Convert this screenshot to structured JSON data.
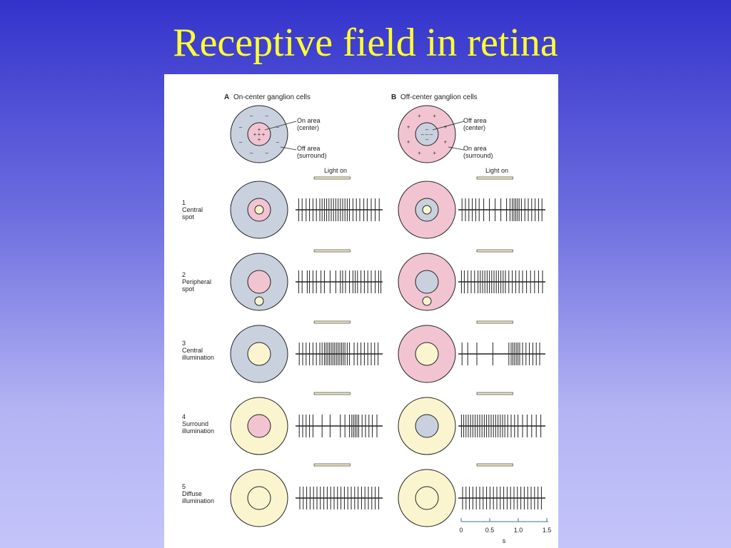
{
  "slide": {
    "title": "Receptive field in retina"
  },
  "colors": {
    "on_area": "#f2c4d2",
    "off_area": "#c9d1df",
    "light": "#fbf5cf",
    "stroke": "#222222"
  },
  "panels": {
    "A": {
      "letter": "A",
      "title": "On-center ganglion cells",
      "center_label": [
        "On area",
        "(center)"
      ],
      "surround_label": [
        "Off area",
        "(surround)"
      ],
      "center_sign": "+",
      "surround_sign": "–"
    },
    "B": {
      "letter": "B",
      "title": "Off-center ganglion cells",
      "center_label": [
        "Off area",
        "(center)"
      ],
      "surround_label": [
        "On area",
        "(surround)"
      ],
      "center_sign": "–",
      "surround_sign": "+"
    }
  },
  "light_on_label": "Light on",
  "conditions": [
    {
      "number": "1",
      "label": [
        "Central",
        "spot"
      ],
      "A": {
        "outer": "off",
        "inner": "on",
        "spot": "center"
      },
      "B": {
        "outer": "on",
        "inner": "off",
        "spot": "center"
      }
    },
    {
      "number": "2",
      "label": [
        "Peripheral",
        "spot"
      ],
      "A": {
        "outer": "off",
        "inner": "on",
        "spot": "periphery"
      },
      "B": {
        "outer": "on",
        "inner": "off",
        "spot": "periphery"
      }
    },
    {
      "number": "3",
      "label": [
        "Central",
        "illumination"
      ],
      "A": {
        "outer": "off",
        "inner": "light",
        "spot": "none"
      },
      "B": {
        "outer": "on",
        "inner": "light",
        "spot": "none"
      }
    },
    {
      "number": "4",
      "label": [
        "Surround",
        "illumination"
      ],
      "A": {
        "outer": "light",
        "inner": "on",
        "spot": "none"
      },
      "B": {
        "outer": "light",
        "inner": "off",
        "spot": "none"
      }
    },
    {
      "number": "5",
      "label": [
        "Diffuse",
        "illumination"
      ],
      "A": {
        "outer": "light",
        "inner": "light",
        "spot": "none"
      },
      "B": {
        "outer": "light",
        "inner": "light",
        "spot": "none"
      }
    }
  ],
  "spike_trains_s": {
    "A": [
      [
        0.03,
        0.09,
        0.16,
        0.22,
        0.28,
        0.34,
        0.4,
        0.44,
        0.48,
        0.52,
        0.56,
        0.6,
        0.64,
        0.68,
        0.72,
        0.76,
        0.8,
        0.84,
        0.88,
        0.92,
        0.98,
        1.04,
        1.1,
        1.17,
        1.23,
        1.3,
        1.37,
        1.44
      ],
      [
        0.03,
        0.09,
        0.18,
        0.22,
        0.28,
        0.34,
        0.42,
        0.48,
        0.58,
        0.68,
        0.76,
        0.8,
        0.85,
        0.92,
        0.98,
        1.02,
        1.06,
        1.12,
        1.18,
        1.24,
        1.3,
        1.37,
        1.43,
        1.47
      ],
      [
        0.04,
        0.1,
        0.16,
        0.22,
        0.28,
        0.34,
        0.4,
        0.44,
        0.48,
        0.51,
        0.54,
        0.57,
        0.6,
        0.63,
        0.66,
        0.69,
        0.72,
        0.75,
        0.78,
        0.81,
        0.84,
        0.88,
        0.92,
        1.0,
        1.06,
        1.12,
        1.18,
        1.24,
        1.3,
        1.36,
        1.42
      ],
      [
        0.04,
        0.1,
        0.16,
        0.22,
        0.28,
        0.44,
        0.58,
        0.76,
        0.84,
        0.92,
        0.96,
        0.99,
        1.02,
        1.05,
        1.08,
        1.14,
        1.2,
        1.26,
        1.32,
        1.4
      ],
      [
        0.05,
        0.11,
        0.17,
        0.23,
        0.29,
        0.35,
        0.41,
        0.47,
        0.53,
        0.59,
        0.65,
        0.71,
        0.77,
        0.83,
        0.89,
        0.95,
        1.01,
        1.07,
        1.13,
        1.19,
        1.25,
        1.31,
        1.37,
        1.43
      ]
    ],
    "B": [
      [
        0.04,
        0.1,
        0.16,
        0.22,
        0.28,
        0.34,
        0.42,
        0.52,
        0.62,
        0.72,
        0.82,
        0.88,
        0.92,
        0.95,
        0.98,
        1.01,
        1.04,
        1.08,
        1.14,
        1.2,
        1.26,
        1.32,
        1.38,
        1.44
      ],
      [
        0.03,
        0.08,
        0.14,
        0.2,
        0.26,
        0.32,
        0.36,
        0.4,
        0.44,
        0.48,
        0.52,
        0.56,
        0.6,
        0.64,
        0.68,
        0.72,
        0.76,
        0.8,
        0.86,
        0.92,
        0.98,
        1.04,
        1.1,
        1.17,
        1.24,
        1.31,
        1.38,
        1.45
      ],
      [
        0.04,
        0.14,
        0.3,
        0.58,
        0.86,
        0.9,
        0.93,
        0.96,
        0.99,
        1.02,
        1.05,
        1.1,
        1.16,
        1.22,
        1.28,
        1.34,
        1.4
      ],
      [
        0.03,
        0.07,
        0.11,
        0.15,
        0.19,
        0.23,
        0.27,
        0.31,
        0.35,
        0.39,
        0.43,
        0.47,
        0.51,
        0.55,
        0.59,
        0.63,
        0.67,
        0.71,
        0.75,
        0.79,
        0.84,
        0.9,
        0.96,
        1.02,
        1.1,
        1.18,
        1.26,
        1.34,
        1.42
      ],
      [
        0.05,
        0.11,
        0.17,
        0.23,
        0.29,
        0.35,
        0.41,
        0.47,
        0.53,
        0.59,
        0.65,
        0.71,
        0.77,
        0.83,
        0.89,
        0.95,
        1.01,
        1.07,
        1.13,
        1.19,
        1.25,
        1.31,
        1.37,
        1.43
      ]
    ]
  },
  "light_interval_s": [
    0.3,
    0.93
  ],
  "time_axis": {
    "ticks": [
      "0",
      "0.5",
      "1.0",
      "1.5"
    ],
    "tick_values": [
      0,
      0.5,
      1.0,
      1.5
    ],
    "unit": "s"
  }
}
